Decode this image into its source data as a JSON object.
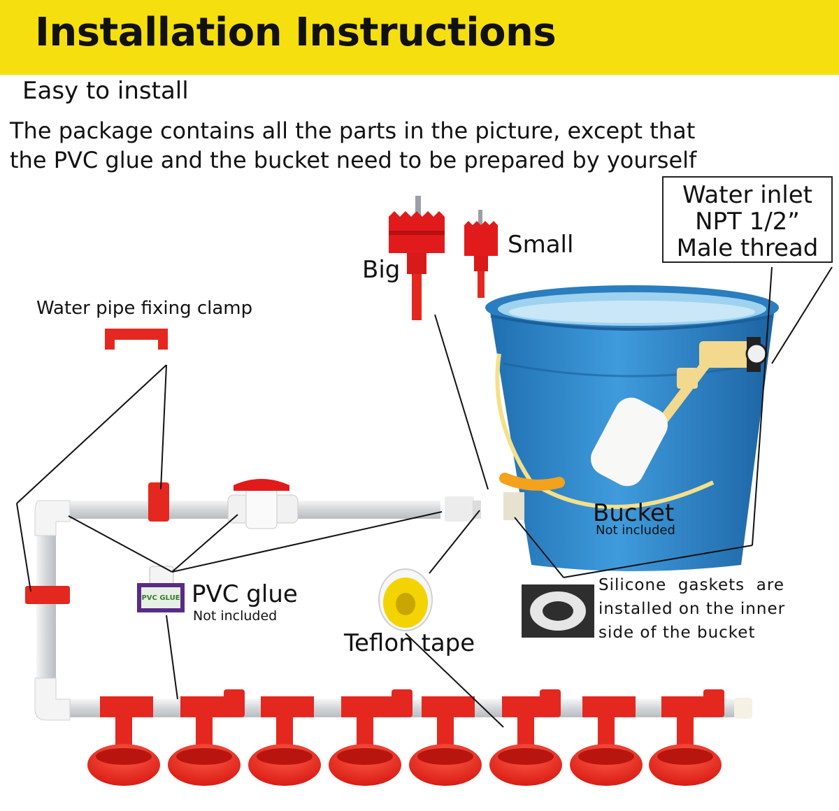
{
  "header": {
    "title": "Installation Instructions",
    "subtitle": "Easy to install",
    "description_line1": "The package contains all the parts in the picture, except that",
    "description_line2": "the PVC glue and the bucket need to be prepared by yourself"
  },
  "labels": {
    "water_inlet_line1": "Water inlet",
    "water_inlet_line2": "NPT 1/2”",
    "water_inlet_line3": "Male thread",
    "small": "Small",
    "big": "Big",
    "clamp": "Water pipe fixing clamp",
    "bucket": "Bucket",
    "bucket_note": "Not included",
    "pvc_glue": "PVC glue",
    "pvc_glue_note": "Not included",
    "teflon_tape": "Teflon tape",
    "gasket_line1": "Silicone  gaskets  are",
    "gasket_line2": "installed on the inner",
    "gasket_line3": "side of the bucket",
    "can_label": "PVC GLUE"
  },
  "colors": {
    "banner": "#f6df0f",
    "part_red": "#e8231f",
    "bucket_blue": "#2f86c8",
    "pipe_gray": "#d9dcdf"
  }
}
